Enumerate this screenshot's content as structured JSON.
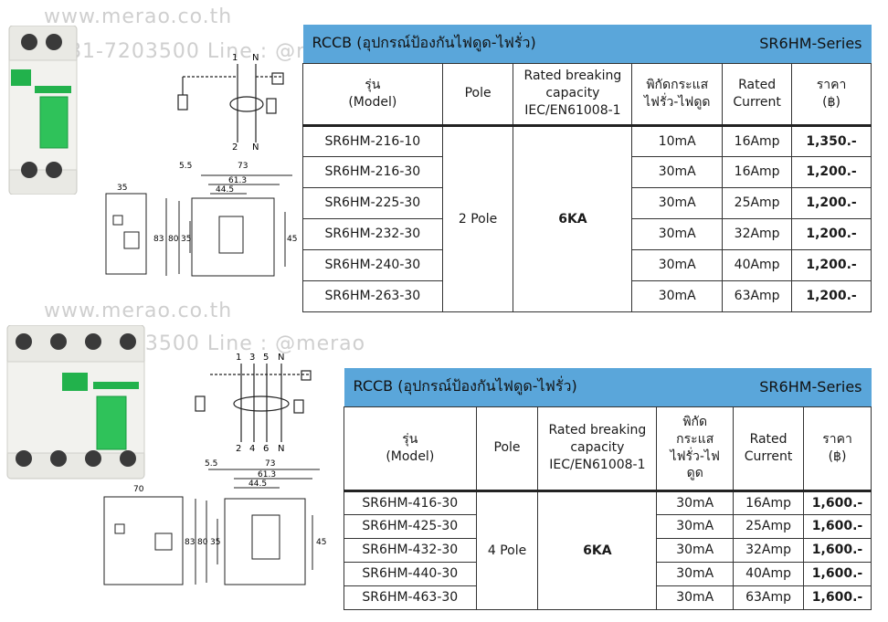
{
  "watermarks": {
    "url": "www.merao.co.th",
    "phone_line": "081-7203500 Line : @merao"
  },
  "diagrams": {
    "two_pole": {
      "top_terminals": [
        "1",
        "N"
      ],
      "bottom_terminals": [
        "2",
        "N"
      ],
      "dims": {
        "w_total": "73",
        "w_inner": "61.3",
        "w_mid": "44.5",
        "offset": "5.5",
        "width_front": "35",
        "h_total": "83",
        "h_body": "80",
        "h_window": "35",
        "h_side": "45"
      }
    },
    "four_pole": {
      "top_terminals": [
        "1",
        "3",
        "5",
        "N"
      ],
      "bottom_terminals": [
        "2",
        "4",
        "6",
        "N"
      ],
      "dims": {
        "w_total": "73",
        "w_inner": "61.3",
        "w_mid": "44.5",
        "offset": "5.5",
        "width_front": "70",
        "h_total": "83",
        "h_body": "80",
        "h_window": "35",
        "h_side": "45"
      }
    }
  },
  "tables": [
    {
      "title": "RCCB (อุปกรณ์ป้องกันไฟดูด-ไฟรั่ว)",
      "series": "SR6HM-Series",
      "headers": {
        "model": [
          "รุ่น",
          "(Model)"
        ],
        "pole": "Pole",
        "breaking": [
          "Rated breaking",
          "capacity",
          "IEC/EN61008-1"
        ],
        "leak": [
          "พิกัดกระแส",
          "ไฟรั่ว-ไฟดูด"
        ],
        "current": [
          "Rated",
          "Current"
        ],
        "price": [
          "ราคา",
          "(฿)"
        ]
      },
      "pole": "2 Pole",
      "breaking": "6KA",
      "rows": [
        {
          "model": "SR6HM-216-10",
          "leak": "10mA",
          "current": "16Amp",
          "price": "1,350.-"
        },
        {
          "model": "SR6HM-216-30",
          "leak": "30mA",
          "current": "16Amp",
          "price": "1,200.-"
        },
        {
          "model": "SR6HM-225-30",
          "leak": "30mA",
          "current": "25Amp",
          "price": "1,200.-"
        },
        {
          "model": "SR6HM-232-30",
          "leak": "30mA",
          "current": "32Amp",
          "price": "1,200.-"
        },
        {
          "model": "SR6HM-240-30",
          "leak": "30mA",
          "current": "40Amp",
          "price": "1,200.-"
        },
        {
          "model": "SR6HM-263-30",
          "leak": "30mA",
          "current": "63Amp",
          "price": "1,200.-"
        }
      ]
    },
    {
      "title": "RCCB (อุปกรณ์ป้องกันไฟดูด-ไฟรั่ว)",
      "series": "SR6HM-Series",
      "headers": {
        "model": [
          "รุ่น",
          "(Model)"
        ],
        "pole": "Pole",
        "breaking": [
          "Rated breaking",
          "capacity",
          "IEC/EN61008-1"
        ],
        "leak": [
          "พิกัด",
          "กระแส",
          "ไฟรั่ว-ไฟ",
          "ดูด"
        ],
        "current": [
          "Rated",
          "Current"
        ],
        "price": [
          "ราคา",
          "(฿)"
        ]
      },
      "pole": "4 Pole",
      "breaking": "6KA",
      "rows": [
        {
          "model": "SR6HM-416-30",
          "leak": "30mA",
          "current": "16Amp",
          "price": "1,600.-"
        },
        {
          "model": "SR6HM-425-30",
          "leak": "30mA",
          "current": "25Amp",
          "price": "1,600.-"
        },
        {
          "model": "SR6HM-432-30",
          "leak": "30mA",
          "current": "32Amp",
          "price": "1,600.-"
        },
        {
          "model": "SR6HM-440-30",
          "leak": "30mA",
          "current": "40Amp",
          "price": "1,600.-"
        },
        {
          "model": "SR6HM-463-30",
          "leak": "30mA",
          "current": "63Amp",
          "price": "1,600.-"
        }
      ]
    }
  ]
}
